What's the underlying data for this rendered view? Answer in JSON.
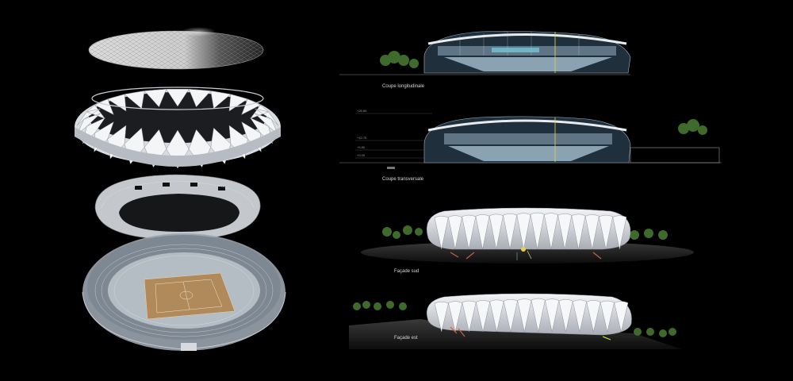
{
  "captions": {
    "section_long": "Coupe longitudinale",
    "section_trans": "Coupe transversale",
    "facade_south": "Façade sud",
    "facade_east": "Façade est"
  },
  "levels": {
    "l1": "+26.85",
    "l2": "+10.75",
    "l3": "+5.80",
    "l4": "+0.00"
  },
  "colors": {
    "background": "#000000",
    "structure": "#e6e9ee",
    "glass": "#6f7f8c",
    "court": "#b08a5a",
    "trees": "#3e6a2c",
    "accent_yellow": "#e6d24a",
    "accent_orange": "#c9613a"
  }
}
